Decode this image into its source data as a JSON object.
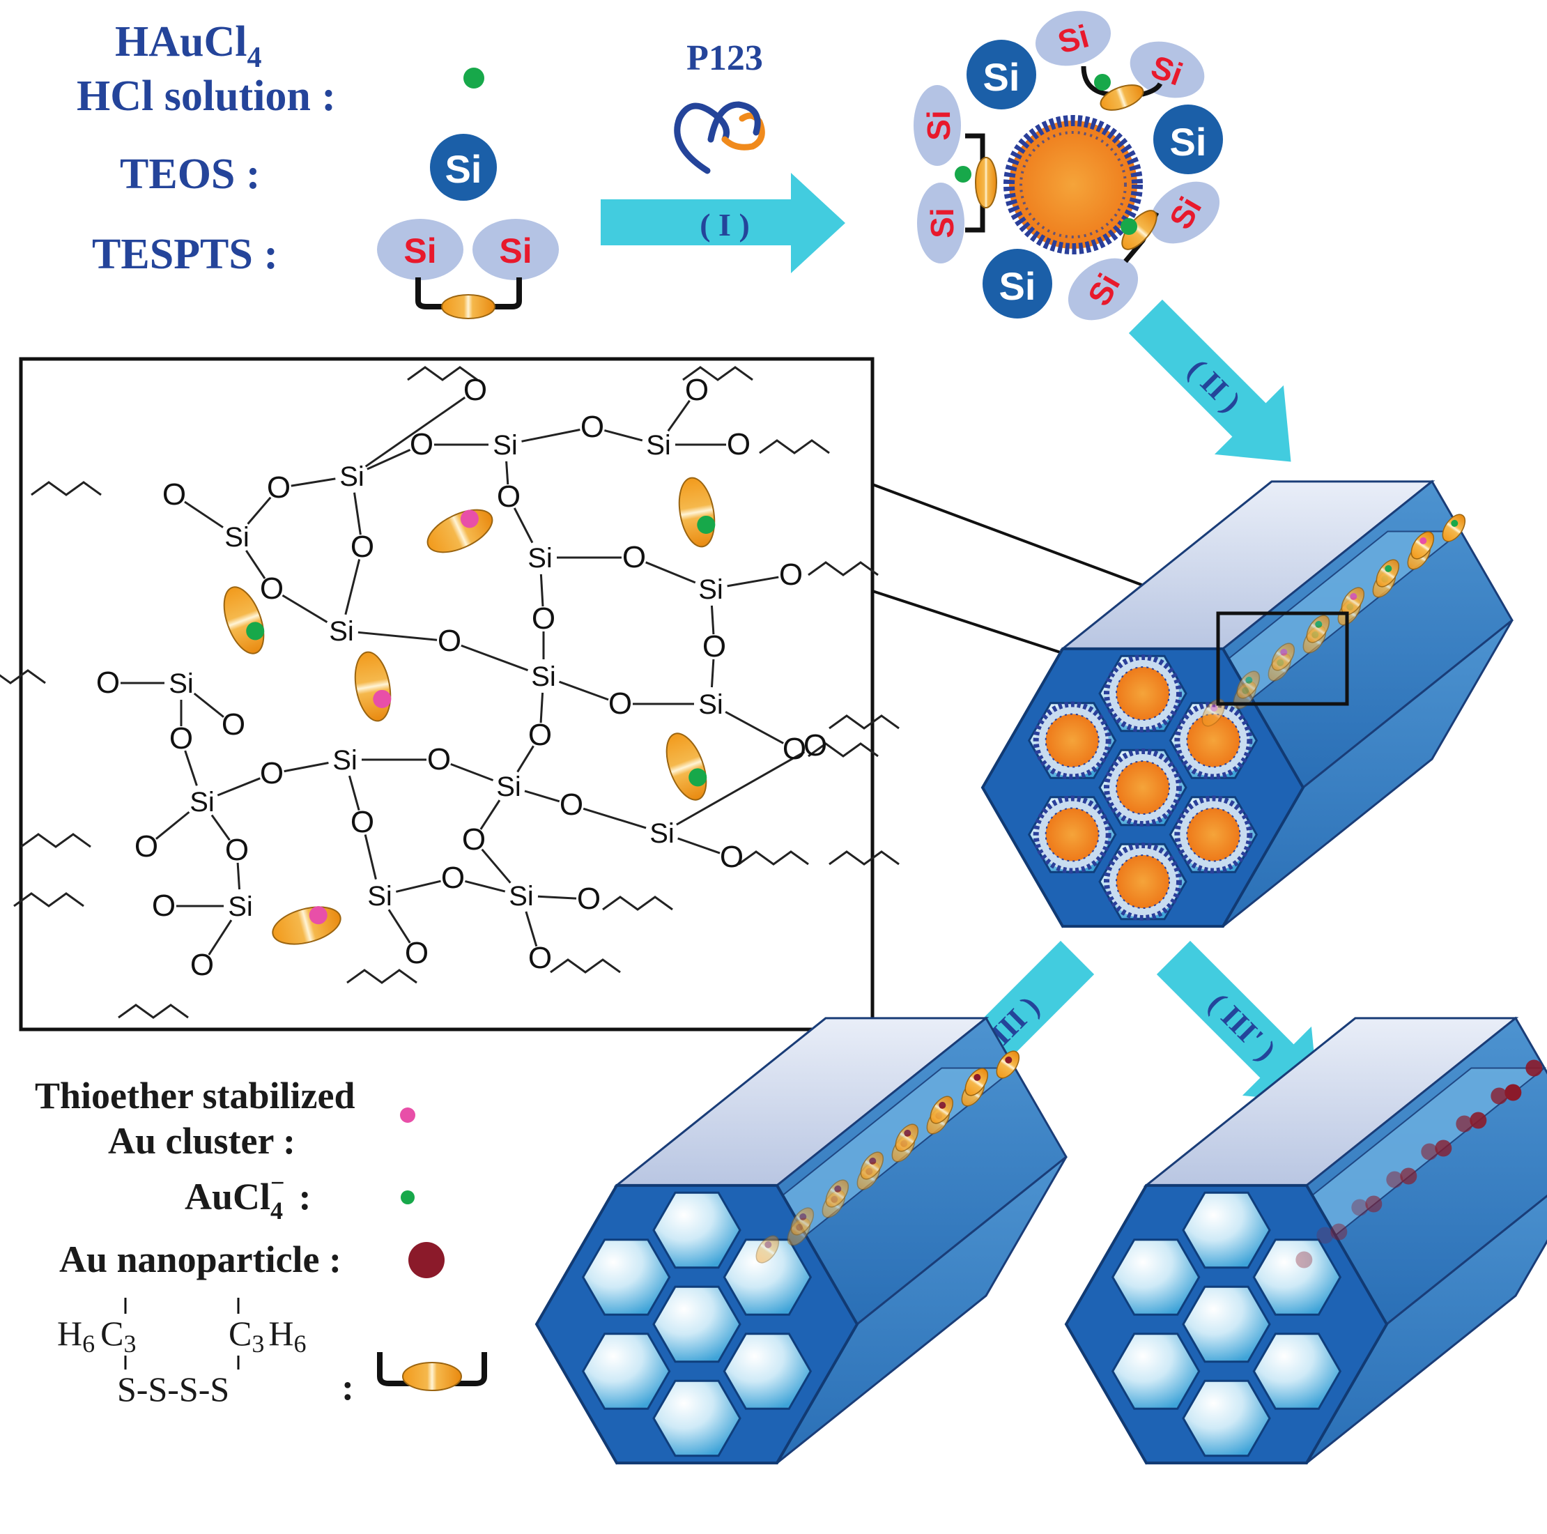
{
  "reagents": {
    "haucl4": "HAuCl",
    "haucl4_sub": "4",
    "hcl": "HCl solution :",
    "teos": "TEOS :",
    "tespts": "TESPTS :",
    "si": "Si"
  },
  "steps": {
    "p123": "P123",
    "step1": "( I )",
    "step2": "( II )",
    "step3": "( III )",
    "step3p": "( III' )"
  },
  "network": {
    "si": "Si",
    "o": "O"
  },
  "legend": {
    "thioether_line1": "Thioether stabilized",
    "thioether_line2": "Au cluster :",
    "aucl4": "AuCl",
    "aucl4_sub": "4",
    "aucl4_sup": "−",
    "aucl4_colon": ":",
    "nanoparticle": "Au nanoparticle :",
    "h6c3": "H",
    "h6c3_sub": "6",
    "c3_left": "C",
    "c3_left_sub": "3",
    "c3_right": "C",
    "c3_right_sub": "3",
    "h6_right": "H",
    "h6_right_sub": "6",
    "sulfur_chain": "S-S-S-S",
    "struct_colon": ":"
  },
  "colors": {
    "blue_text": "#24449a",
    "si_circle": "#1b5fa8",
    "si_ellipse": "#b4c3e4",
    "si_red": "#e8192c",
    "arrow": "#2ec6dc",
    "pink_cluster": "#e84fa8",
    "green_aucl4": "#17a84a",
    "au_np": "#8b1a2a",
    "orange": "#f29a1c",
    "hex_blue": "#1e63b4"
  }
}
